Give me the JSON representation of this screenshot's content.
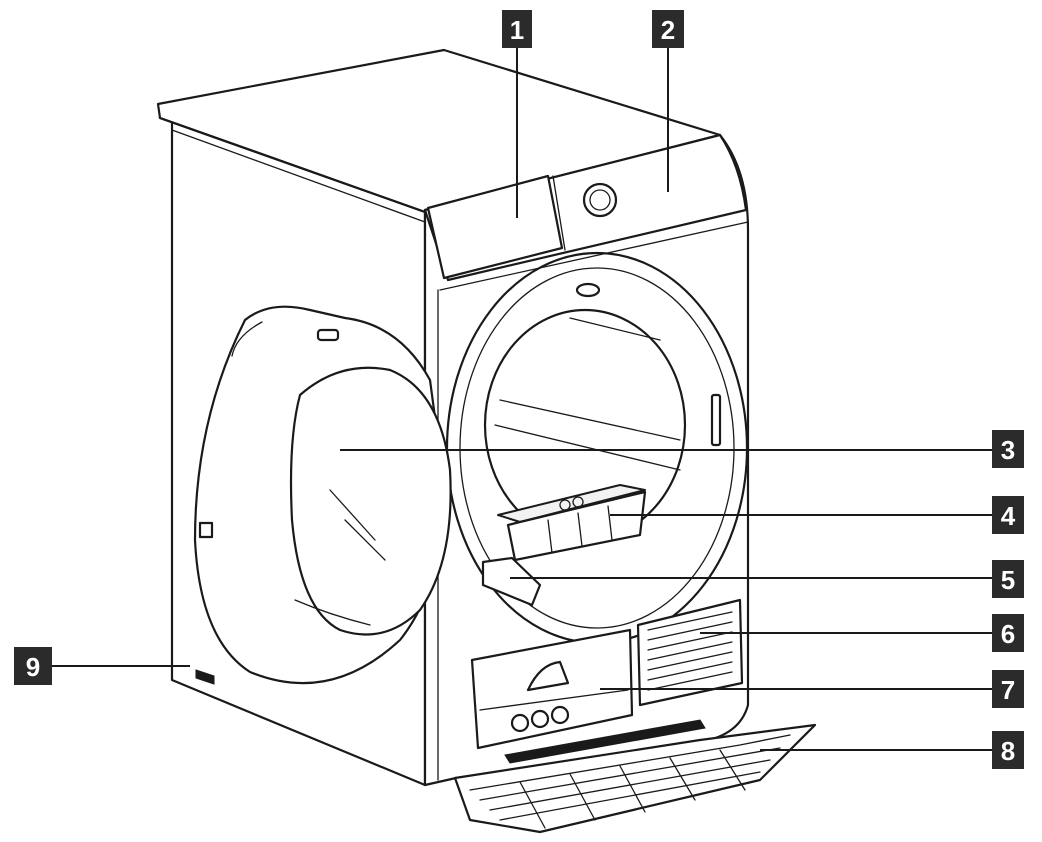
{
  "callouts": [
    {
      "label": "1"
    },
    {
      "label": "2"
    },
    {
      "label": "3"
    },
    {
      "label": "4"
    },
    {
      "label": "5"
    },
    {
      "label": "6"
    },
    {
      "label": "7"
    },
    {
      "label": "8"
    },
    {
      "label": "9"
    }
  ],
  "colors": {
    "line": "#1a1a1a",
    "callout_box": "#2b2b2b",
    "callout_text": "#ffffff",
    "background": "#ffffff"
  }
}
